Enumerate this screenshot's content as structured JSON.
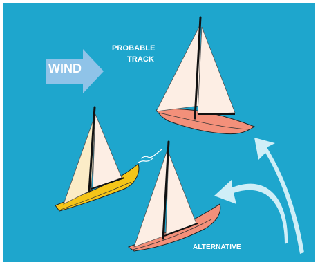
{
  "labels": {
    "wind": "WIND",
    "probable_line1": "PROBABLE",
    "probable_line2": "TRACK",
    "alternative": "ALTERNATIVE"
  },
  "colors": {
    "water": "#1ea6cd",
    "wind_arrow": "#8fc3e8",
    "sail": "#fdeee4",
    "sail_yellow_boat": "#fbecc7",
    "hull_salmon": "#f3907a",
    "hull_yellow": "#f5c518",
    "track_arrows": "#cfeef7",
    "mast": "#111111"
  }
}
